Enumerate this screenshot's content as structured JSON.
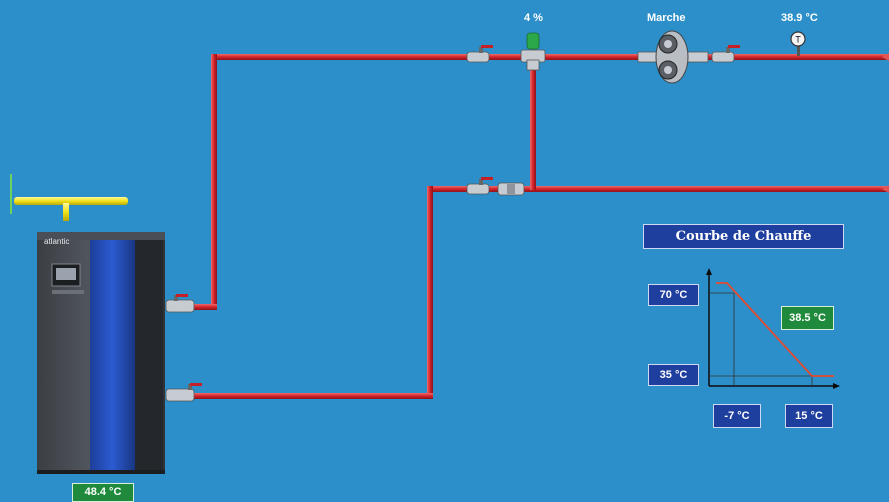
{
  "supervision": {
    "valve_opening": "4 %",
    "pump_status": "Marche",
    "flow_temp": "38.9 °C",
    "boiler_temp": "48.4 °C",
    "boiler_brand": "atlantic"
  },
  "curve": {
    "title": "Courbe de Chauffe",
    "y_high": "70 °C",
    "y_low": "35 °C",
    "x_low": "-7 °C",
    "x_high": "15 °C",
    "setpoint": "38.5 °C"
  },
  "colors": {
    "background": "#2c8fc9",
    "pipe_hot": "#d2232a",
    "panel_blue": "#1f3f9e",
    "value_green": "#1f8a3c",
    "gas_pipe": "#f2e21a"
  }
}
